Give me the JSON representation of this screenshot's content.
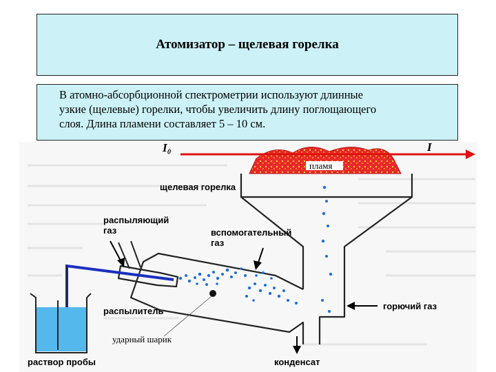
{
  "slide": {
    "title": "Атомизатор – щелевая горелка",
    "body_lines": [
      "В атомно-абсорбционной спектрометрии используют длинные",
      "узкие (щелевые) горелки, чтобы увеличить длину поглощающего",
      "слоя. Длина пламени составляет 5 – 10 см."
    ]
  },
  "diagram": {
    "beam_in": "I₀",
    "beam_out": "I",
    "flame": "пламя",
    "burner": "щелевая горелка",
    "spray_gas_line1": "распыляющий",
    "spray_gas_line2": "газ",
    "aux_gas_line1": "вспомогательный",
    "aux_gas_line2": "газ",
    "fuel_gas": "горючий газ",
    "nebulizer": "распылитель",
    "impact_bead": "ударный шарик",
    "sample_solution": "раствор пробы",
    "condensate": "конденсат"
  },
  "colors": {
    "box_fill": "#ccf2f7",
    "beam": "#e01010",
    "flame": "#e8282a",
    "droplets": "#1e6fd8",
    "solution": "#55b8ec",
    "tube": "#1a2fbf"
  }
}
